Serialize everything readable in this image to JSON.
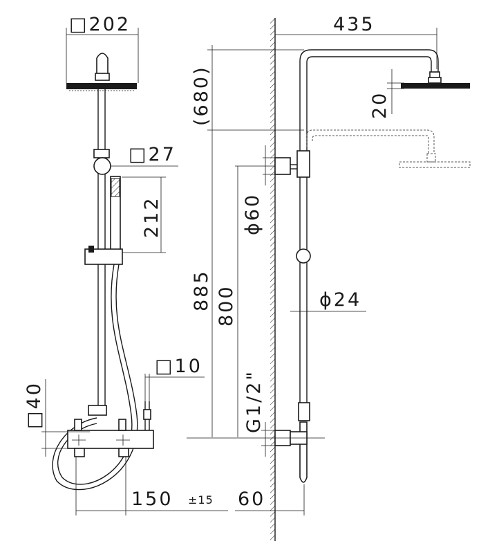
{
  "dimensions": {
    "head_square": "□202",
    "arm_length": "435",
    "arm_rise": "(680)",
    "head_height": "20",
    "bracket_square": "□27",
    "handshower_length": "212",
    "wall_flange_diameter": "ϕ60",
    "overall_height": "885",
    "outlet_height": "800",
    "pipe_diameter": "ϕ24",
    "hose_square": "□10",
    "mixer_square": "□40",
    "thread": "G1/2\"",
    "mixer_centers": "150",
    "tolerance": "±15",
    "projection": "60"
  }
}
